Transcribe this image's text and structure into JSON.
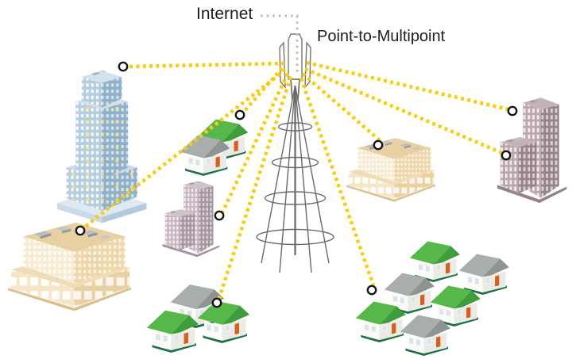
{
  "labels": {
    "internet": "Internet",
    "topology": "Point-to-Multipoint"
  },
  "colors": {
    "link-yellow": "#f9cd0d",
    "internet-gray": "#bdbdbd",
    "label-text": "#1d1d1b",
    "roof-green": "#56b848",
    "roof-green-dark": "#3f9e3c",
    "roof-gray": "#a8aeac",
    "roof-gray-dark": "#8e9492",
    "door-orange": "#d95f1e",
    "skyscraper-blue": "#a9c4da",
    "office-cream": "#eed6a6",
    "apartment-mauve": "#b4a2ac",
    "apartment-maroon": "#a28b94"
  },
  "diagram": {
    "hub": "internet-fed-cell-tower",
    "topology_type": "point-to-multipoint",
    "links": [
      "skyscraper-top-left",
      "office-building-bottom-left",
      "houses-mid-left",
      "apartment-building-center",
      "houses-bottom-center",
      "office-building-right",
      "houses-bottom-right",
      "apartment-building-right-upper",
      "apartment-building-right-lower"
    ]
  }
}
